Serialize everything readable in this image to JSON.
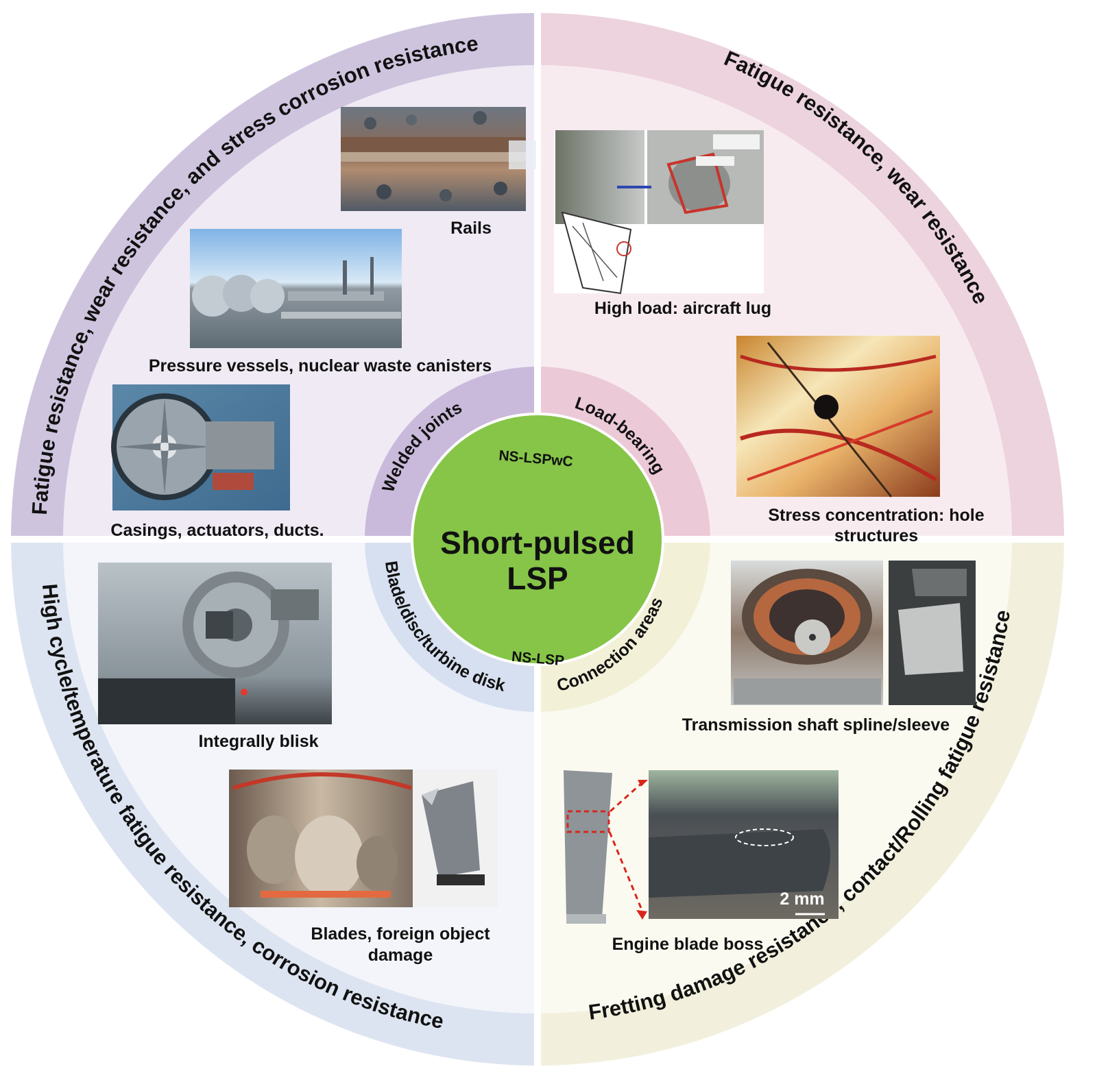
{
  "center": {
    "title_line1": "Short-pulsed",
    "title_line2": "LSP",
    "top_label": "NS-LSPwC",
    "bottom_label": "NS-LSP",
    "color": "#86c548"
  },
  "quadrants": [
    {
      "id": "top-left",
      "outer_label": "Fatigue resistance, wear resistance, and stress corrosion resistance",
      "inner_label": "Welded joints",
      "outer_color": "#d8cfe3",
      "band_color": "#c7b8d8",
      "inner_color": "#c4b3d6",
      "captions": [
        "Rails",
        "Pressure vessels, nuclear waste canisters",
        "Casings, actuators, ducts."
      ],
      "images": [
        "rails-photo",
        "pressure-vessels-photo",
        "jet-engine-casing-photo"
      ]
    },
    {
      "id": "top-right",
      "outer_label": "Fatigue resistance, wear resistance",
      "inner_label": "Load-bearing",
      "outer_color": "#f2dfe6",
      "band_color": "#ebc8d5",
      "inner_color": "#e8c2d2",
      "captions": [
        "High load: aircraft lug",
        "Stress concentration: hole",
        "structures"
      ],
      "images": [
        "aircraft-lug-photo",
        "hole-structure-photo"
      ]
    },
    {
      "id": "bottom-left",
      "outer_label": "High cycle/temperature fatigue resistance, corrosion resistance",
      "inner_label": "Blade/disc/turbine disk",
      "outer_color": "#e6ebf4",
      "band_color": "#cfd9ec",
      "inner_color": "#d3dcee",
      "captions": [
        "Integrally blisk",
        "Blades, foreign object",
        "damage"
      ],
      "images": [
        "blisk-photo",
        "turbine-cutaway-photo",
        "damaged-blade-photo"
      ]
    },
    {
      "id": "bottom-right",
      "outer_label": "Fretting damage resistance, contact/Rolling fatigue resistance",
      "inner_label": "Connection areas",
      "outer_color": "#f6f5e8",
      "band_color": "#efedd4",
      "inner_color": "#f1efd6",
      "captions": [
        "Transmission shaft spline/sleeve",
        "Engine blade boss",
        "2 mm"
      ],
      "images": [
        "spline-sleeve-photo",
        "spline-detail-photo",
        "engine-blade-photo",
        "blade-boss-closeup-photo"
      ]
    }
  ]
}
